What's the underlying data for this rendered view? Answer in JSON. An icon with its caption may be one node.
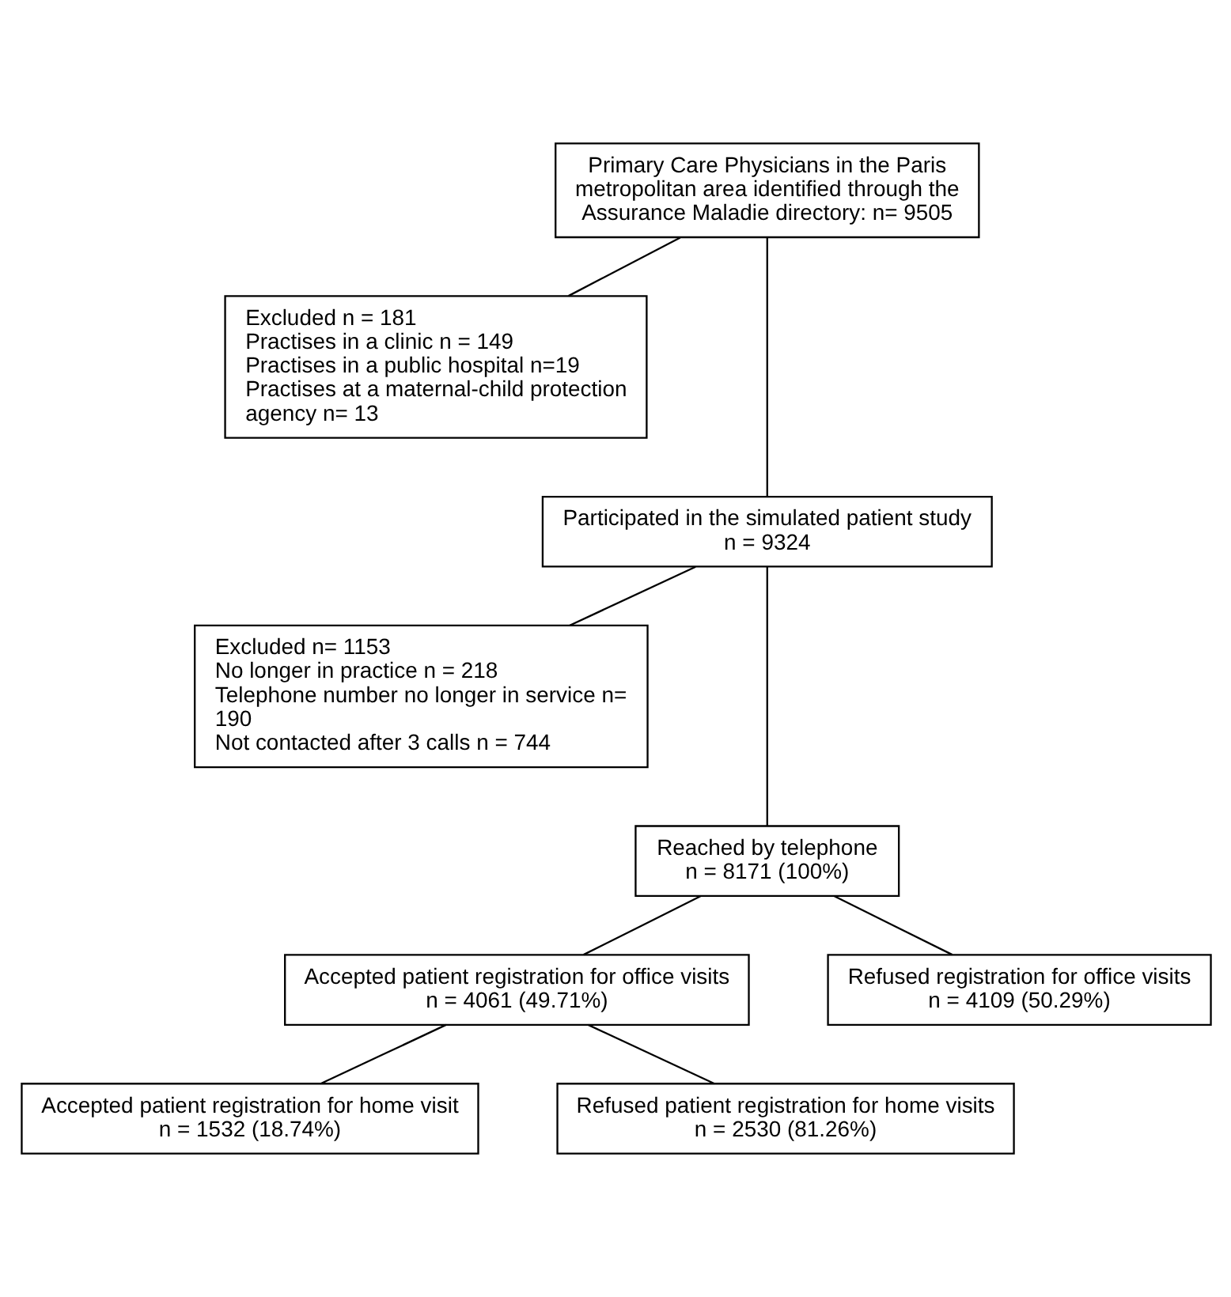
{
  "diagram": {
    "nodes": [
      {
        "text": [
          "Primary Care Physicians in the Paris metropolitan area identified through the Assurance Maladie directory: n= 9505"
        ]
      },
      {
        "text": [
          "Excluded n = 181",
          "Practises in a clinic n = 149",
          "Practises in a public hospital n=19",
          "Practises at a maternal-child protection agency n= 13"
        ]
      },
      {
        "text": [
          "Participated in the simulated patient study",
          "n = 9324"
        ]
      },
      {
        "text": [
          "Excluded n= 1153",
          "No longer in practice n = 218",
          "Telephone number no longer in service n= 190",
          "Not contacted after 3 calls n = 744"
        ]
      },
      {
        "text": [
          "Reached by telephone",
          "n = 8171 (100%)"
        ]
      },
      {
        "text": [
          "Accepted patient registration for office visits",
          "n = 4061 (49.71%)"
        ]
      },
      {
        "text": [
          "Refused registration for office visits",
          "n = 4109 (50.29%)"
        ]
      },
      {
        "text": [
          "Accepted patient registration for home visit",
          "n = 1532 (18.74%)"
        ]
      },
      {
        "text": [
          "Refused patient registration for home visits",
          "n = 2530 (81.26%)"
        ]
      }
    ],
    "edges": [
      {
        "from": 0,
        "to": 2,
        "arrow": "none"
      },
      {
        "from": 0,
        "to": 1,
        "arrow": "none"
      },
      {
        "from": 2,
        "to": 4,
        "arrow": "none"
      },
      {
        "from": 2,
        "to": 3,
        "arrow": "none"
      },
      {
        "from": 4,
        "to": 5,
        "arrow": "none"
      },
      {
        "from": 4,
        "to": 6,
        "arrow": "none"
      },
      {
        "from": 5,
        "to": 7,
        "arrow": "none"
      },
      {
        "from": 5,
        "to": 8,
        "arrow": "none"
      }
    ]
  }
}
